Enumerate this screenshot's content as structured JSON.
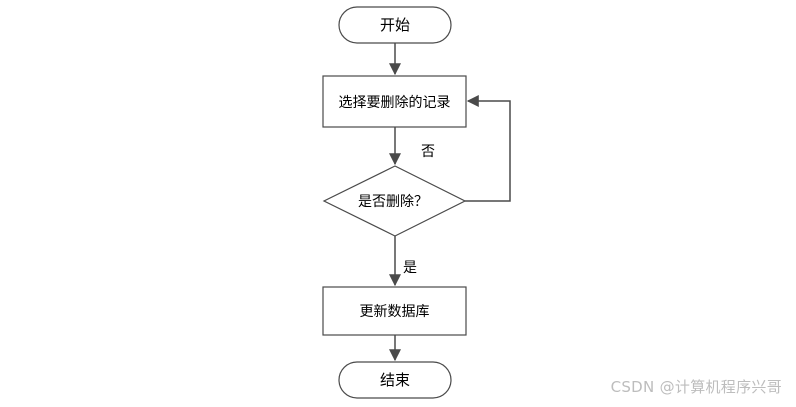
{
  "flowchart": {
    "start_label": "开始",
    "select_label": "选择要删除的记录",
    "decision_label": "是否删除？",
    "no_label": "否",
    "yes_label": "是",
    "update_label": "更新数据库",
    "end_label": "结束"
  },
  "watermark": "CSDN @计算机程序兴哥",
  "colors": {
    "stroke": "#4a4a4a",
    "fill": "#ffffff",
    "watermark": "#bdbdbd"
  }
}
